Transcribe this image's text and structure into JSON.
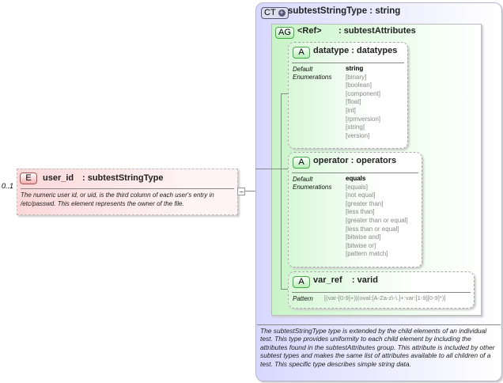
{
  "element": {
    "cardinality": "0..1",
    "badge": "E",
    "name": "user_id",
    "type": ": subtestStringType",
    "doc": "The numeric user id, or uid, is the third column of each user's entry in /etc/passwd.  This element represents the owner of the file."
  },
  "complex_type": {
    "badge": "CT",
    "title": "subtestStringType : string",
    "doc": "The subtestStringType type is extended by the child elements of an individual test.  This type provides uniformity to each child element by including the attributes found in the subtestAttributes group.  This attribute is included by other subtest types and makes the same list of attributes available to all children of a test.  This specific type describes simple string data."
  },
  "attribute_group": {
    "badge": "AG",
    "ref": "<Ref>",
    "name": ": subtestAttributes"
  },
  "attributes": [
    {
      "badge": "A",
      "title": "datatype : datatypes",
      "default_label": "Default",
      "enum_label": "Enumerations",
      "default": "string",
      "enumerations": [
        "[binary]",
        "[boolean]",
        "[component]",
        "[float]",
        "[int]",
        "[rpmversion]",
        "[string]",
        "[version]"
      ]
    },
    {
      "badge": "A",
      "title": "operator : operators",
      "default_label": "Default",
      "enum_label": "Enumerations",
      "default": "equals",
      "enumerations": [
        "[equals]",
        "[not equal]",
        "[greater than]",
        "[less than]",
        "[greater than or equal]",
        "[less than or equal]",
        "[bitwise and]",
        "[bitwise or]",
        "[pattern match]"
      ]
    },
    {
      "badge": "A",
      "title": "var_ref    : varid",
      "pattern_label": "Pattern",
      "pattern": "[(var-[0-9]+)|(oval:[A-Za-z\\-\\.]+:var:[1-9][0-9]*)]"
    }
  ]
}
